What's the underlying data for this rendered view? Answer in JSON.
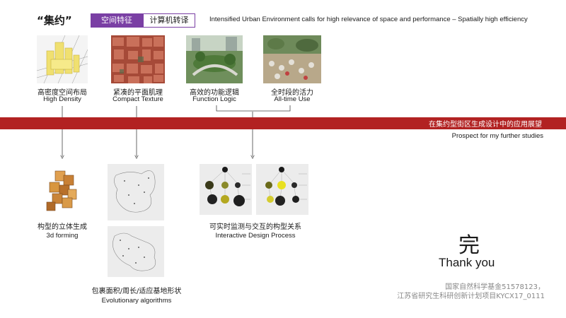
{
  "header": {
    "title": "“集约”",
    "tabs": [
      {
        "label": "空间特征",
        "active": true
      },
      {
        "label": "计算机转译",
        "active": false
      }
    ],
    "headline": "Intensified Urban Environment calls for high relevance of space and performance – Spatially high efficiency"
  },
  "features": [
    {
      "cn": "高密度空间布局",
      "en": "High Density",
      "icon": "density-3d-model"
    },
    {
      "cn": "紧凑的平面肌理",
      "en": "Compact Texture",
      "icon": "aerial-map"
    },
    {
      "cn": "高效的功能逻辑",
      "en": "Function Logic",
      "icon": "green-infrastructure"
    },
    {
      "cn": "全时段的活力",
      "en": "All-time Use",
      "icon": "market-crowd"
    }
  ],
  "band": {
    "title": "在集约型街区生成设计中的应用展望",
    "subtitle": "Prospect for my further studies"
  },
  "outputs": [
    {
      "cn": "构型的立体生成",
      "en": "3d forming"
    },
    {
      "cn": "包裹面积/周长/适应基地形状",
      "en": "Evolutionary algorithms"
    },
    {
      "cn": "可实时监测与交互的构型关系",
      "en": "Interactive Design Process"
    }
  ],
  "closing": {
    "big": "完",
    "thanks": "Thank you",
    "fund_line1": "国家自然科学基金51578123，",
    "fund_line2": "江苏省研究生科研创新计划项目KYCX17_0111"
  },
  "colors": {
    "accent": "#7a3fa4",
    "band": "#b22222"
  }
}
